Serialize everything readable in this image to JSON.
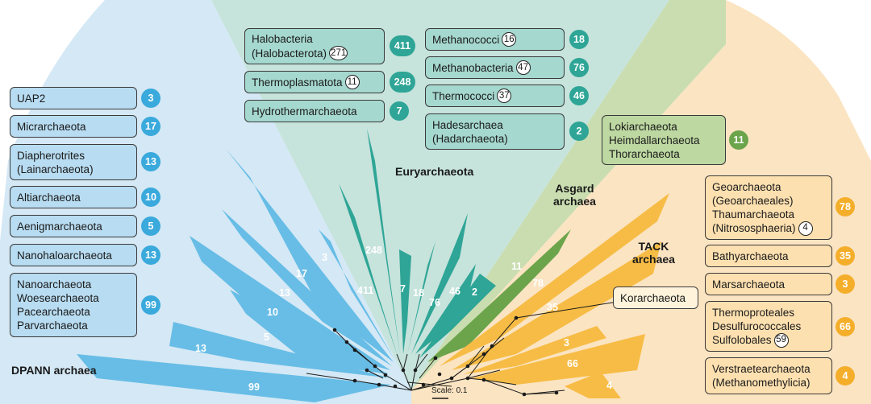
{
  "colors": {
    "dpann_region": "#d4e8f5",
    "euryarchaeota_region": "#c6e3dc",
    "asgard_region": "#c9ddb0",
    "tack_region": "#fbe4c2",
    "dpann_wedge": "#67bde6",
    "euryarchaeota_wedge": "#2ea596",
    "asgard_wedge": "#6ca44b",
    "tack_wedge": "#f7bc45"
  },
  "group_labels": {
    "dpann": "DPANN archaea",
    "euryarchaeota": "Euryarchaeota",
    "asgard": [
      "Asgard",
      "archaea"
    ],
    "tack": [
      "TACK",
      "archaea"
    ]
  },
  "scale_bar": "Scale: 0.1",
  "dpann_boxes": [
    {
      "lines": [
        "UAP2"
      ],
      "count": "3"
    },
    {
      "lines": [
        "Micrarchaeota"
      ],
      "count": "17"
    },
    {
      "lines": [
        "Diapherotrites",
        "(Lainarchaeota)"
      ],
      "count": "13"
    },
    {
      "lines": [
        "Altiarchaeota"
      ],
      "count": "10"
    },
    {
      "lines": [
        "Aenigmarchaeota"
      ],
      "count": "5"
    },
    {
      "lines": [
        "Nanohaloarchaeota"
      ],
      "count": "13"
    },
    {
      "lines": [
        "Nanoarchaeota",
        "Woesearchaeota",
        "Pacearchaeota",
        "Parvarchaeota"
      ],
      "count": "99"
    }
  ],
  "eury_boxes": [
    {
      "lines": [
        "Halobacteria",
        "(Halobacterota)"
      ],
      "sub": "271",
      "count": "411"
    },
    {
      "lines": [
        "Thermoplasmatota"
      ],
      "sub": "11",
      "count": "248"
    },
    {
      "lines": [
        "Hydrothermarchaeota"
      ],
      "count": "7"
    },
    {
      "lines": [
        "Methanococci"
      ],
      "sub": "16",
      "count": "18"
    },
    {
      "lines": [
        "Methanobacteria"
      ],
      "sub": "47",
      "count": "76"
    },
    {
      "lines": [
        "Thermococci"
      ],
      "sub": "37",
      "count": "46"
    },
    {
      "lines": [
        "Hadesarchaea",
        "(Hadarchaeota)"
      ],
      "count": "2"
    }
  ],
  "asgard_box": {
    "lines": [
      "Lokiarchaeota",
      "Heimdallarchaeota",
      "Thorarchaeota"
    ],
    "count": "11"
  },
  "tack_boxes": [
    {
      "lines": [
        "Geoarchaeota",
        "(Geoarchaeales)",
        "Thaumarchaeota",
        "(Nitrososphaeria)"
      ],
      "sub": "4",
      "count": "78"
    },
    {
      "lines": [
        "Bathyarchaeota"
      ],
      "count": "35"
    },
    {
      "lines": [
        "Marsarchaeota"
      ],
      "count": "3"
    },
    {
      "lines": [
        "Thermoproteales",
        "Desulfurococcales",
        "Sulfolobales"
      ],
      "sub": "59",
      "count": "66"
    },
    {
      "lines": [
        "Verstraetearchaeota",
        "(Methanomethylicia)"
      ],
      "count": "4"
    }
  ],
  "korarchaeota_box": {
    "lines": [
      "Korarchaeota"
    ]
  },
  "wedge_labels": {
    "dpann": [
      "13",
      "99",
      "5",
      "10",
      "13",
      "17",
      "3"
    ],
    "eury": [
      "411",
      "248",
      "7",
      "18",
      "76",
      "46",
      "2"
    ],
    "asgard": [
      "11"
    ],
    "tack": [
      "78",
      "35",
      "3",
      "66",
      "4"
    ]
  }
}
